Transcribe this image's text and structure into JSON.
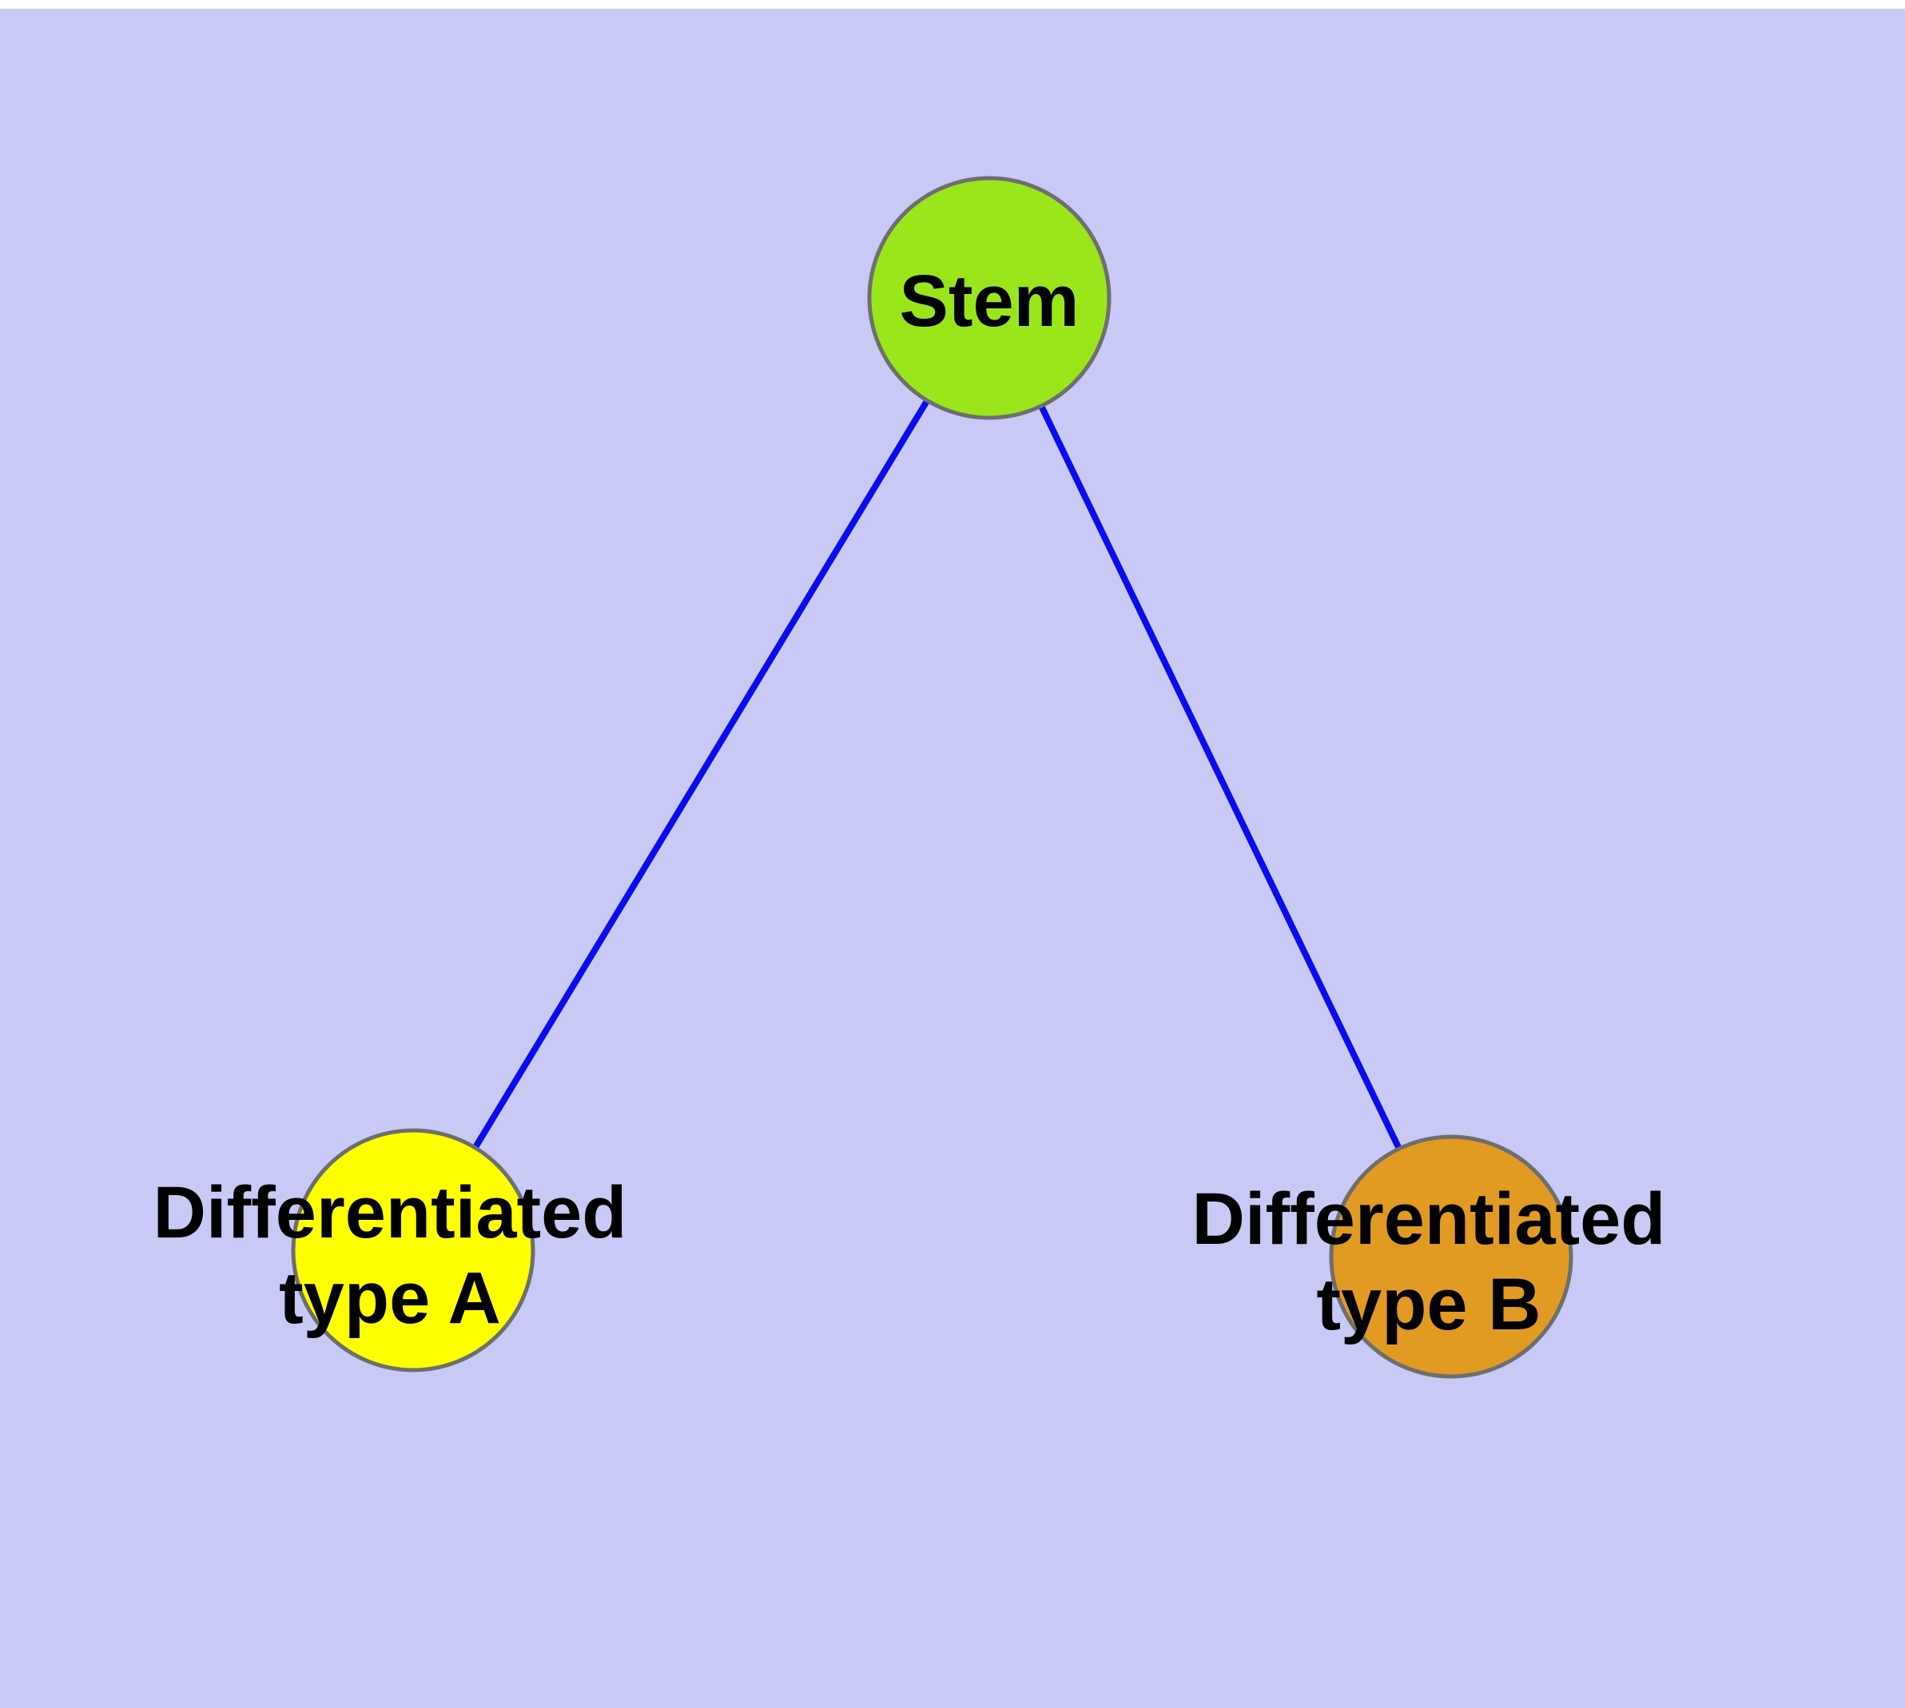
{
  "diagram": {
    "type": "node-link-graph",
    "background_color": "#C9C9F5",
    "top_margin_color": "#FFFFFF",
    "edge_color": "#0B0BEF",
    "node_border_color": "#6E6E6E",
    "label_color": "#000000",
    "nodes": {
      "stem": {
        "label": "Stem",
        "color": "#99E61A"
      },
      "type_a": {
        "label_line1": "Differentiated",
        "label_line2": "type A",
        "color": "#FFFF00"
      },
      "type_b": {
        "label_line1": "Differentiated",
        "label_line2": "type B",
        "color": "#E19A22"
      }
    },
    "edges": [
      {
        "from": "Stem",
        "to": "Differentiated type A"
      },
      {
        "from": "Stem",
        "to": "Differentiated type B"
      }
    ]
  }
}
